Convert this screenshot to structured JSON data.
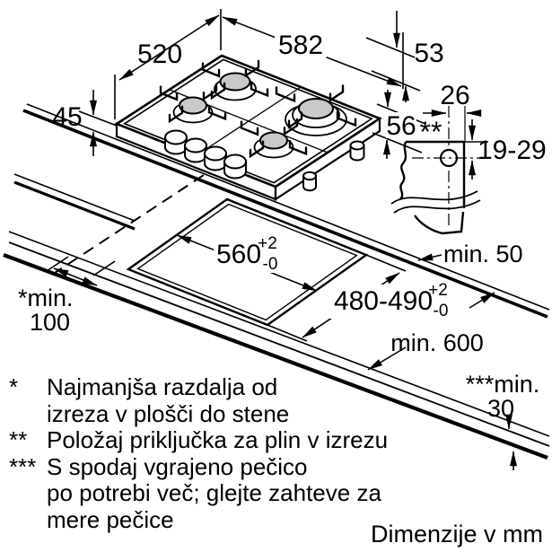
{
  "labels": {
    "hob_depth": "520",
    "hob_width": "582",
    "hob_height": "45",
    "grate_clearance": "53",
    "body_depth": "56",
    "gas_offset": "26",
    "gas_marker": "**",
    "gas_vertical_range": "19-29",
    "rear_clearance": "min. 50",
    "cutout_width": "560",
    "cutout_width_plus_tol": "+2",
    "cutout_width_minus_tol": "-0",
    "cutout_depth": "480-490",
    "cutout_depth_plus_tol": "+2",
    "cutout_depth_minus_tol": "-0",
    "counter_depth": "min. 600",
    "wall_clearance_line1": "*min.",
    "wall_clearance_line2": "100",
    "below_clearance_line1": "***min.",
    "below_clearance_line2": "30"
  },
  "footnotes": [
    {
      "marker": "*",
      "lines": [
        "Najmanjša razdalja od",
        "izreza v plošči do stene"
      ]
    },
    {
      "marker": "**",
      "lines": [
        "Položaj priključka za plin v izrezu"
      ]
    },
    {
      "marker": "***",
      "lines": [
        "S spodaj vgrajeno pečico",
        "po potrebi več; glejte zahteve za",
        "mere pečice"
      ]
    }
  ],
  "units_note": "Dimenzije v mm",
  "colors": {
    "line": "#000000",
    "burner_cap": "#c9c9c9",
    "background": "#ffffff"
  }
}
